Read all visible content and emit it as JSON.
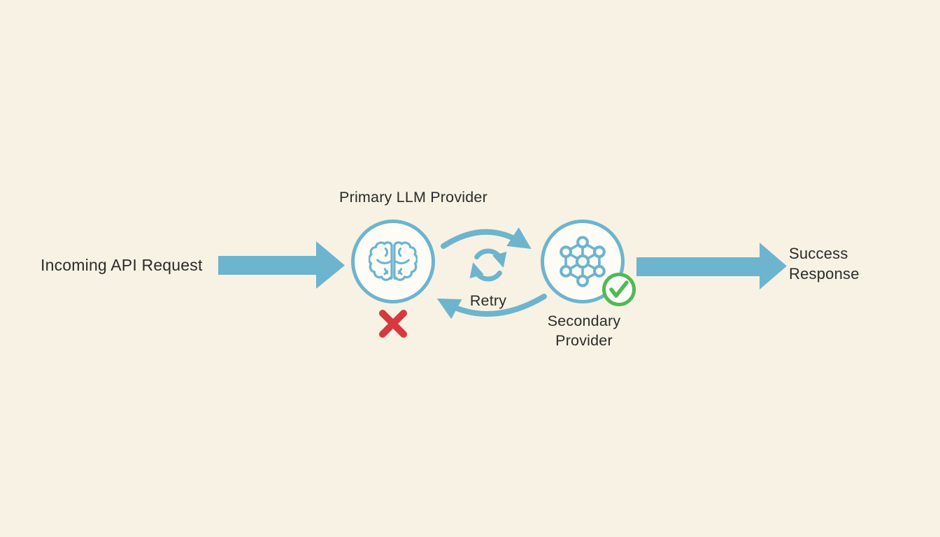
{
  "colors": {
    "background": "#f7f2e4",
    "accent_blue": "#6db4ce",
    "error_red": "#d6393e",
    "success_green": "#52b955",
    "text": "#2b2b2b",
    "node_fill": "#fdfcf7"
  },
  "diagram": {
    "incoming_label": "Incoming API Request",
    "primary": {
      "label": "Primary LLM Provider",
      "icon": "brain-icon",
      "status_icon": "error-x-icon"
    },
    "retry": {
      "label": "Retry",
      "icon": "refresh-cycle-icon"
    },
    "secondary": {
      "label_line1": "Secondary",
      "label_line2": "Provider",
      "icon": "network-icon",
      "status_icon": "success-check-icon"
    },
    "success": {
      "label_line1": "Success",
      "label_line2": "Response"
    },
    "flow_icons": [
      "flow-arrow-right",
      "retry-arc-top",
      "retry-arc-bottom"
    ]
  }
}
